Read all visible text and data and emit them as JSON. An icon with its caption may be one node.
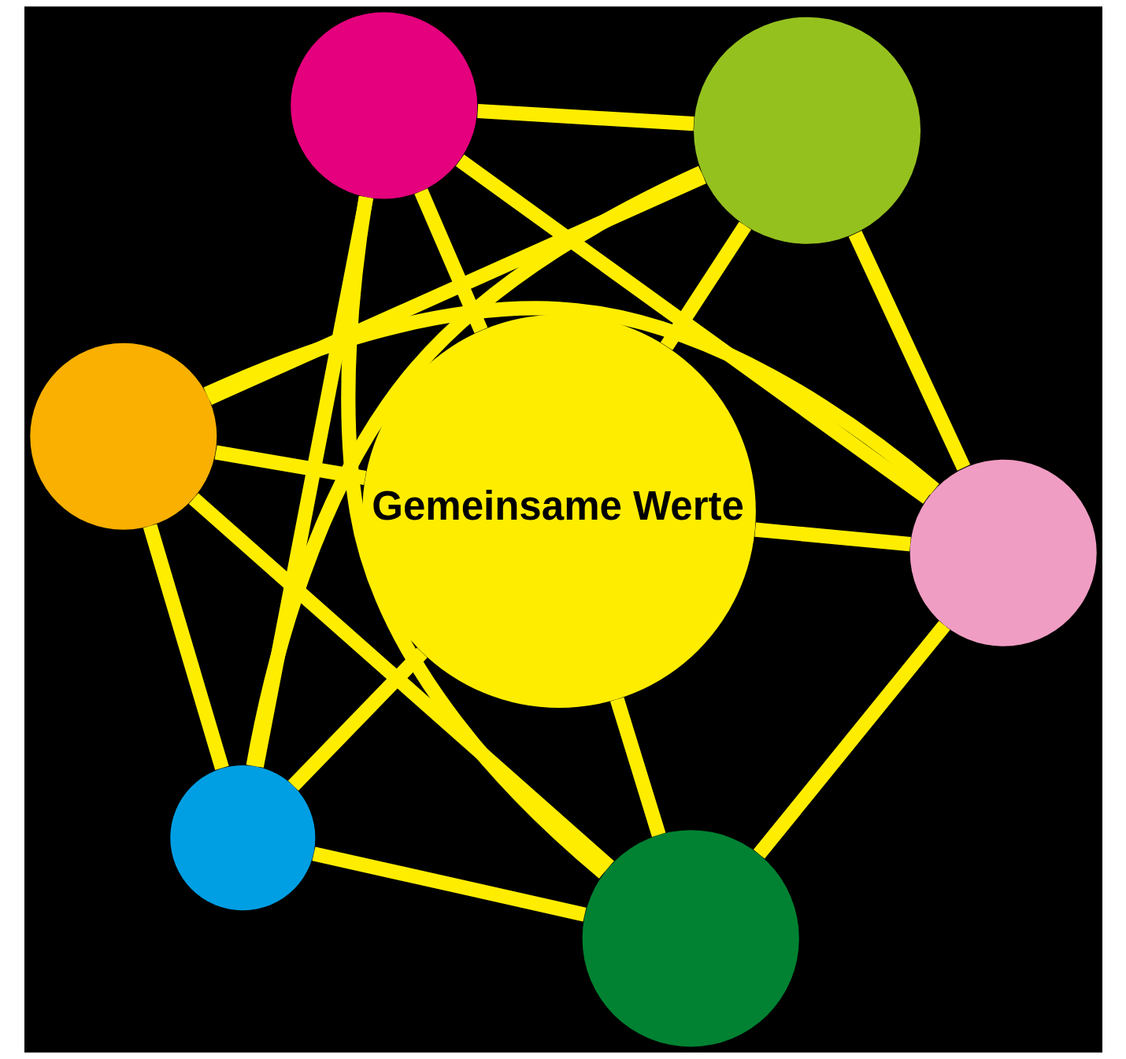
{
  "diagram": {
    "nodes": [
      {
        "text": [],
        "shape": "circle"
      },
      {
        "text": [],
        "shape": "circle"
      },
      {
        "text": [
          "Gemeinsame Werte"
        ]
      },
      {
        "text": [],
        "shape": "circle"
      },
      {
        "text": [],
        "shape": "circle"
      },
      {
        "text": [],
        "shape": "circle"
      },
      {
        "text": [],
        "shape": "circle"
      }
    ],
    "edges": [
      {
        "from": 0,
        "to": 1,
        "arrow": "none"
      },
      {
        "from": 0,
        "to": 4,
        "arrow": "none"
      },
      {
        "from": 0,
        "to": 2,
        "arrow": "none"
      },
      {
        "from": 0,
        "to": 3,
        "arrow": "none"
      },
      {
        "from": 0,
        "to": 6,
        "arrow": "none"
      },
      {
        "from": 1,
        "to": 3,
        "arrow": "none"
      },
      {
        "from": 1,
        "to": 2,
        "arrow": "none"
      },
      {
        "from": 1,
        "to": 5,
        "arrow": "none"
      },
      {
        "from": 1,
        "to": 4,
        "arrow": "none"
      },
      {
        "from": 3,
        "to": 2,
        "arrow": "none"
      },
      {
        "from": 2,
        "to": 4,
        "arrow": "none"
      },
      {
        "from": 3,
        "to": 5,
        "arrow": "none"
      },
      {
        "from": 3,
        "to": 6,
        "arrow": "none"
      },
      {
        "from": 2,
        "to": 5,
        "arrow": "none"
      },
      {
        "from": 2,
        "to": 6,
        "arrow": "none"
      },
      {
        "from": 4,
        "to": 6,
        "arrow": "none"
      },
      {
        "from": 4,
        "to": 5,
        "arrow": "none"
      },
      {
        "from": 6,
        "to": 5,
        "arrow": "none"
      }
    ]
  }
}
